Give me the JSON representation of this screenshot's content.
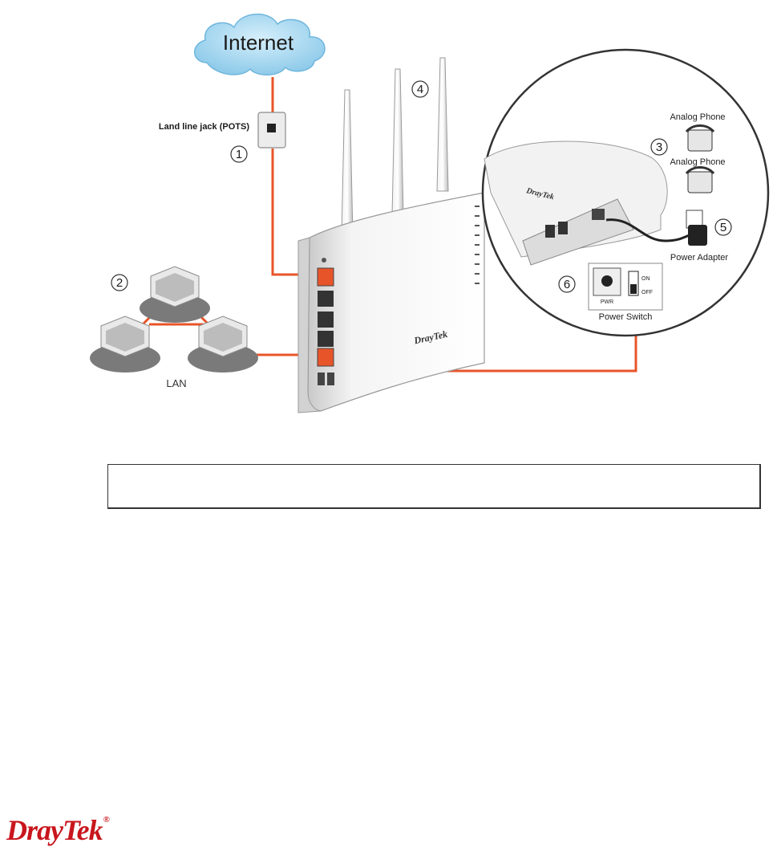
{
  "diagram": {
    "cloud_label": "Internet",
    "jack_label": "Land line jack (POTS)",
    "lan_label": "LAN",
    "phone_label_1": "Analog Phone",
    "phone_label_2": "Analog Phone",
    "power_adapter_label": "Power Adapter",
    "power_switch_label": "Power Switch",
    "pwr_label": "PWR",
    "on_label": "ON",
    "off_label": "OFF",
    "brand_on_device": "DrayTek",
    "callouts": [
      "1",
      "2",
      "3",
      "4",
      "5",
      "6"
    ]
  },
  "colors": {
    "cable": "#e8542a",
    "cloud": "#a8d8f0",
    "brand": "#c8161d"
  },
  "footer": {
    "logo_text": "DrayTek",
    "logo_mark": "®"
  }
}
